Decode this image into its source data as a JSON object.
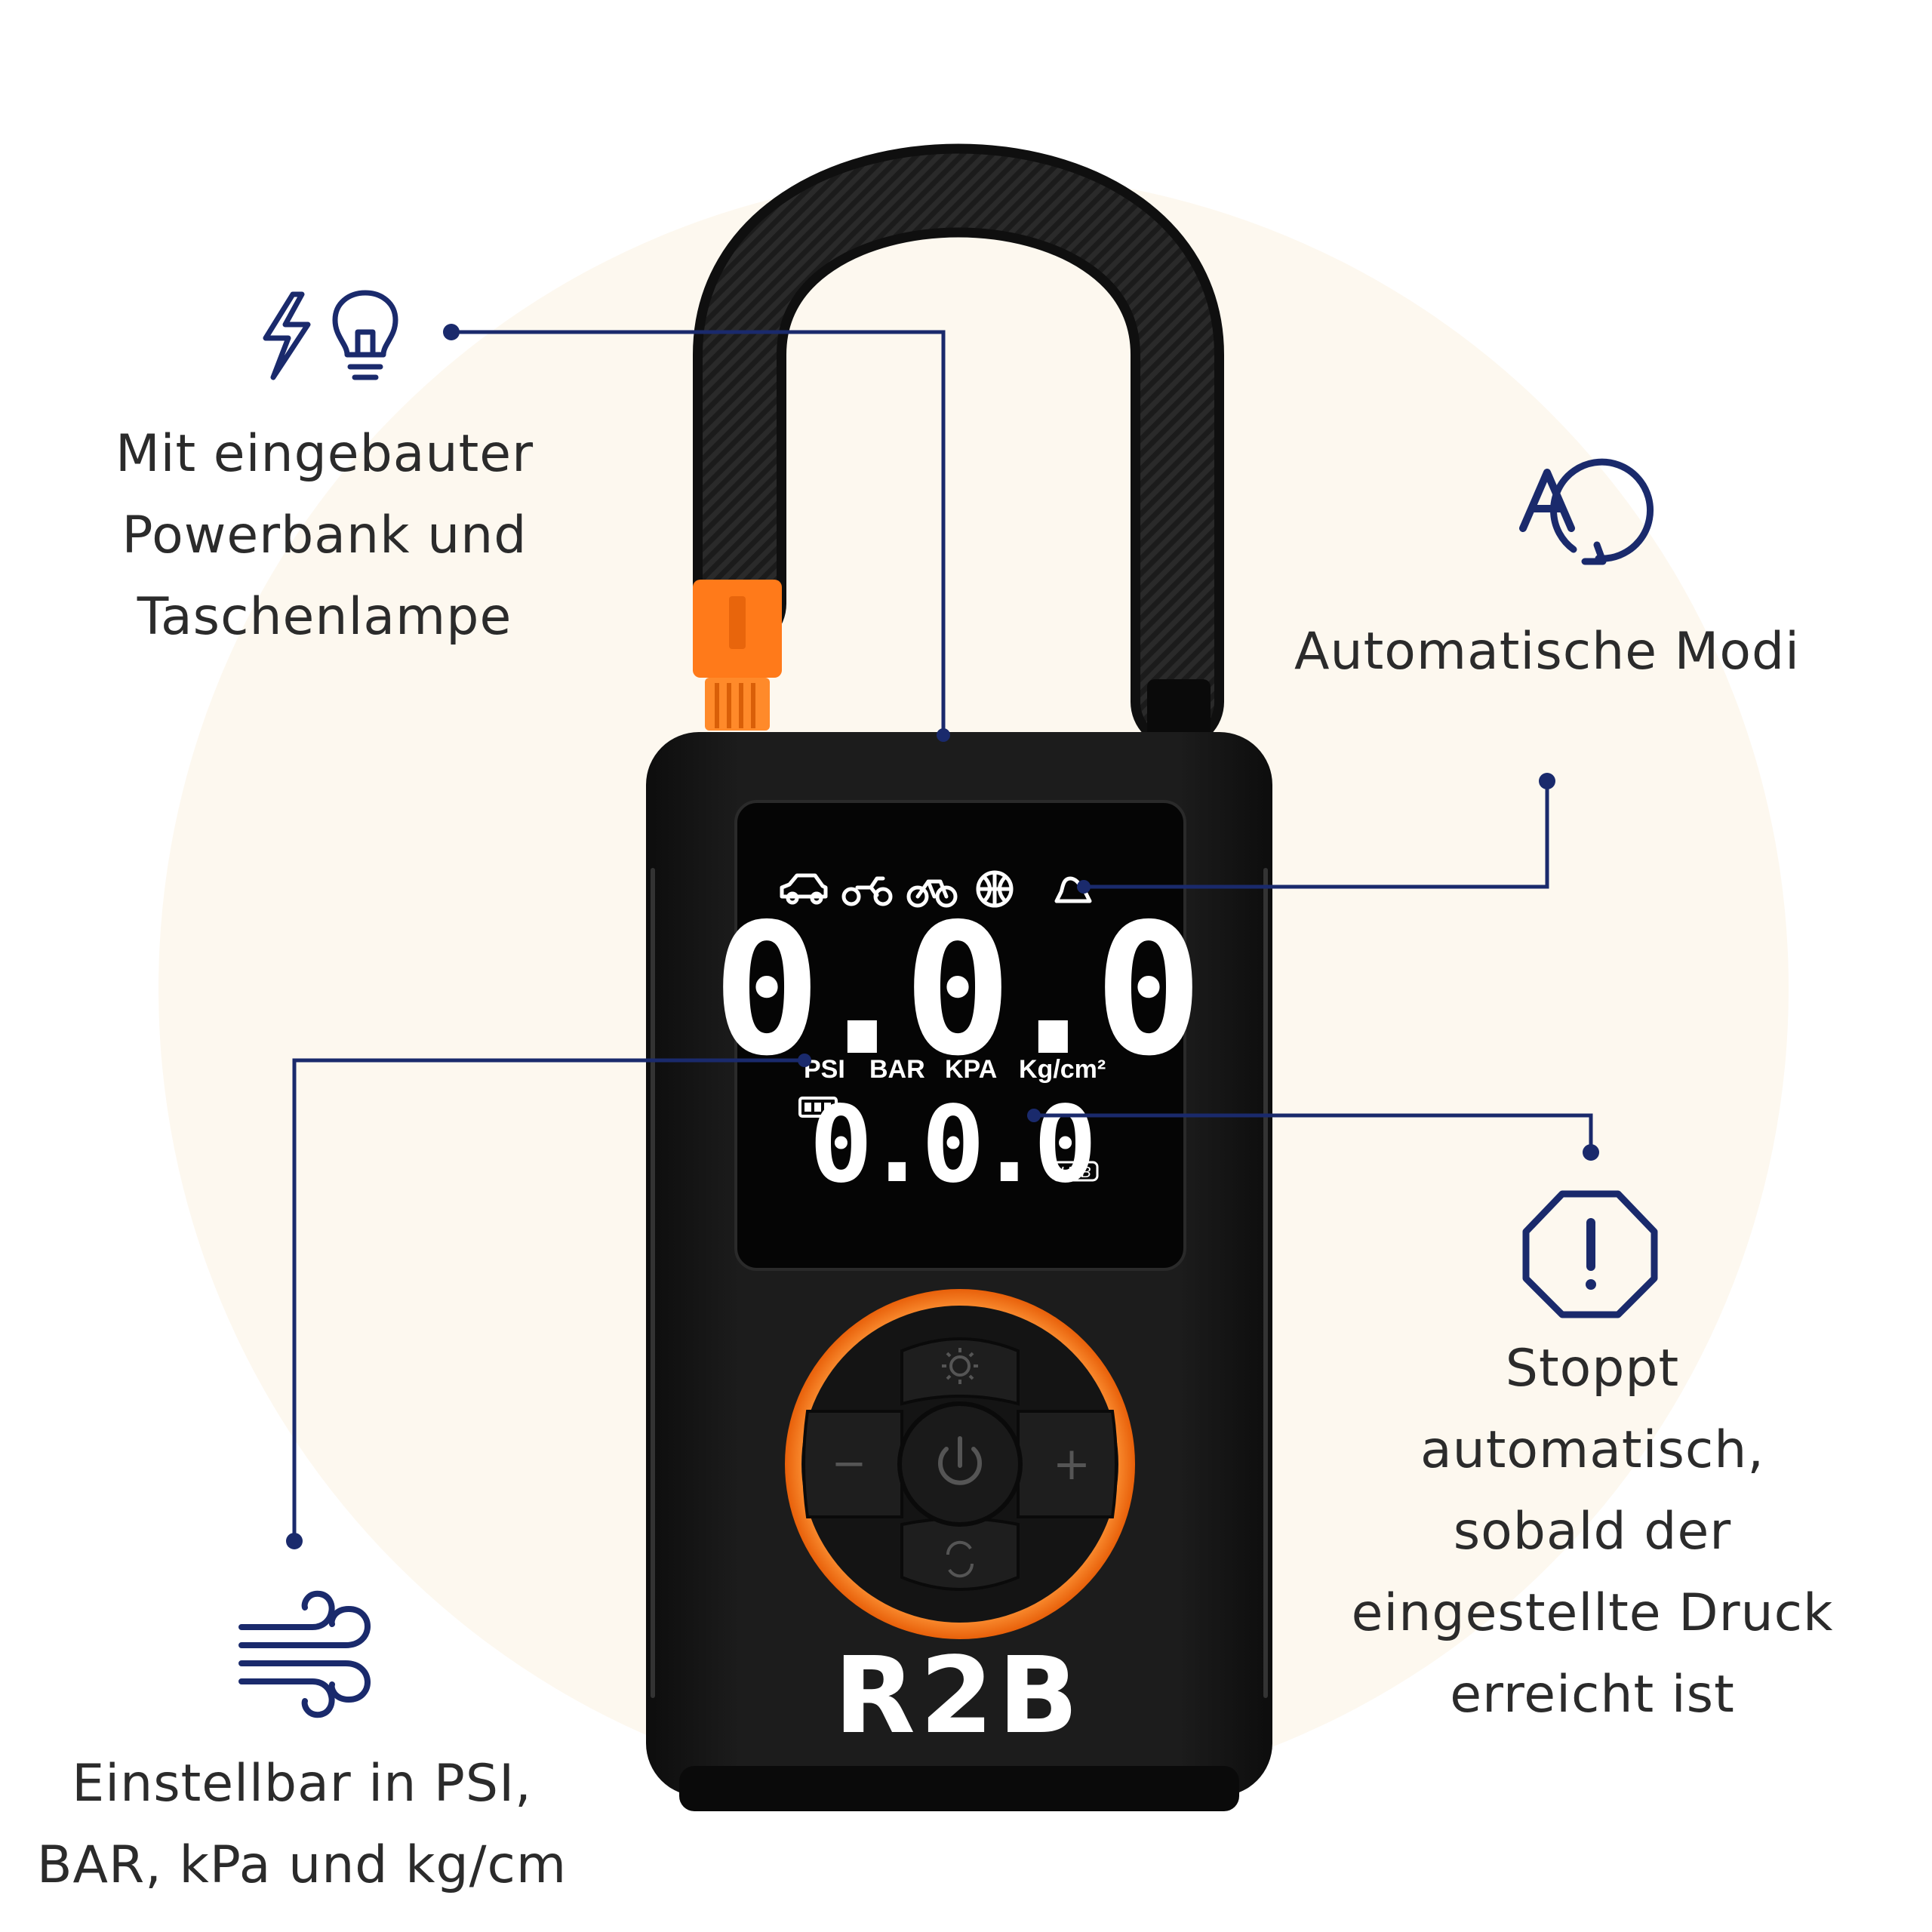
{
  "brand": "R2B",
  "colors": {
    "accent_navy": "#1a2a6c",
    "accent_orange": "#ff7a1a",
    "background_circle": "#fdf8ef",
    "device_body": "#141414",
    "lcd_text": "#ffffff"
  },
  "features": {
    "powerbank": {
      "icons": [
        "lightning-icon",
        "lightbulb-icon"
      ],
      "lines": [
        "Mit eingebauter",
        "Powerbank und",
        "Taschenlampe"
      ]
    },
    "modes": {
      "icons": [
        "auto-mode-icon"
      ],
      "lines": [
        "Automatische Modi"
      ]
    },
    "auto_stop": {
      "icons": [
        "warning-octagon-icon"
      ],
      "lines": [
        "Stoppt",
        "automatisch,",
        "sobald der",
        "eingestellte Druck",
        "erreicht ist"
      ]
    },
    "units": {
      "icons": [
        "wind-icon"
      ],
      "lines": [
        "Einstellbar in PSI,",
        "BAR, kPa und kg/cm"
      ]
    }
  },
  "display": {
    "mode_icons": [
      "car-icon",
      "motorcycle-icon",
      "bicycle-icon",
      "ball-icon",
      "custom-mode-icon"
    ],
    "main_value": "0.0.0",
    "units": [
      "PSI",
      "BAR",
      "KPA",
      "Kg/cm²"
    ],
    "sub_value": "0.0.0",
    "usb_label": "USB"
  },
  "controls": {
    "buttons": [
      "light-button",
      "minus-button",
      "power-button",
      "plus-button",
      "mode-button"
    ],
    "minus_label": "−",
    "plus_label": "+"
  }
}
